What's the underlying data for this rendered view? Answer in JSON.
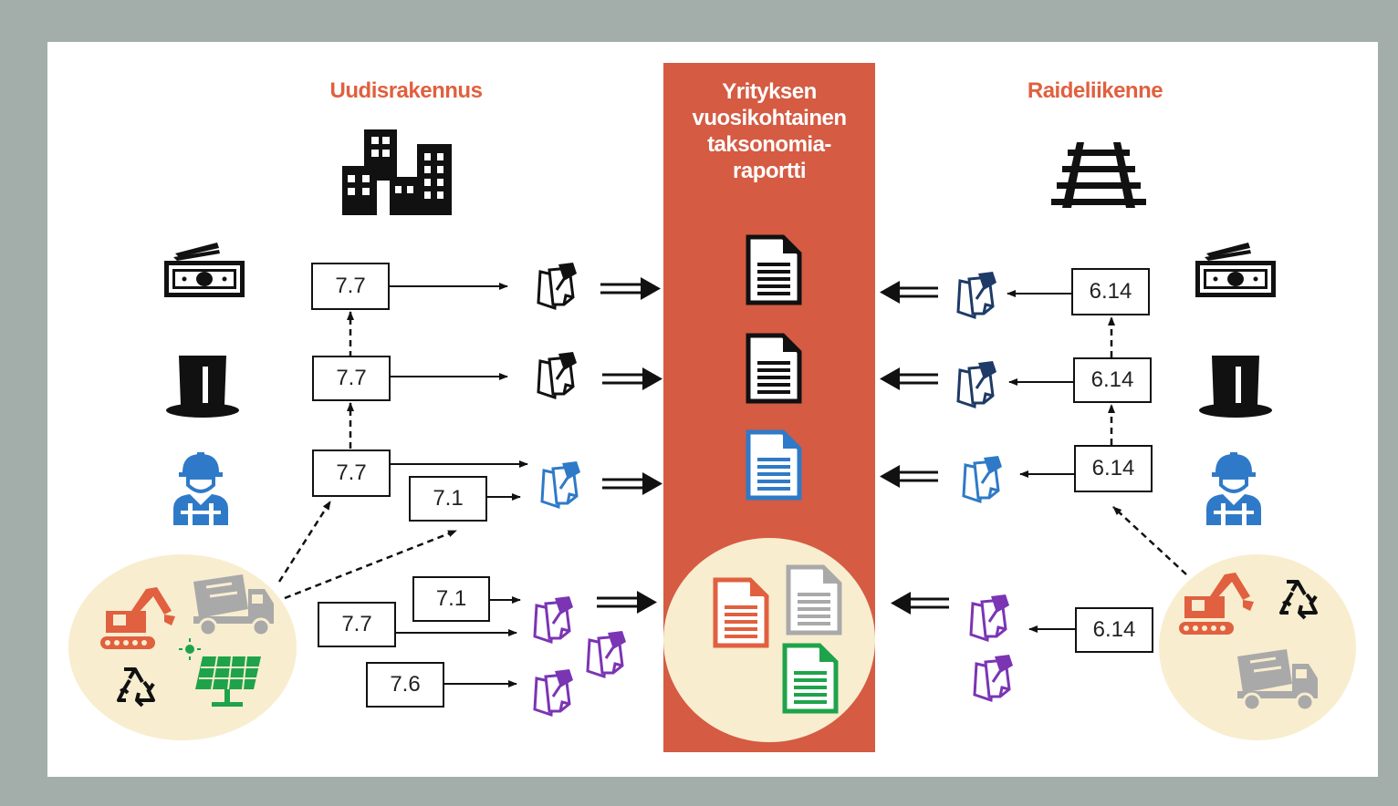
{
  "left": {
    "title": "Uudisrakennus"
  },
  "right": {
    "title": "Raideliikenne"
  },
  "center": {
    "title_lines": [
      "Yrityksen",
      "vuosikohtainen",
      "taksonomia-",
      "raportti"
    ]
  },
  "colors": {
    "accent_orange": "#d55b43",
    "title_orange": "#e0603f",
    "blue": "#2f7ac8",
    "purple": "#7b35b3",
    "green": "#1fa34a",
    "gray": "#a9a9a9",
    "beige": "#f8edcf",
    "frame": "#a3aeab"
  },
  "left_codes": {
    "row1": "7.7",
    "row2": "7.7",
    "row3a": "7.7",
    "row3b": "7.1",
    "row4a": "7.1",
    "row4b": "7.7",
    "row4c": "7.6"
  },
  "right_codes": {
    "row1": "6.14",
    "row2": "6.14",
    "row3": "6.14",
    "row4": "6.14"
  },
  "icons": {
    "left_header": "office-buildings-icon",
    "right_header": "railway-track-icon",
    "row1": "money-icon",
    "row2": "top-hat-icon",
    "row3": "construction-worker-icon",
    "row4": "activities-circle-icon",
    "note": "sticky-note-pin-icon",
    "doc": "document-icon"
  }
}
